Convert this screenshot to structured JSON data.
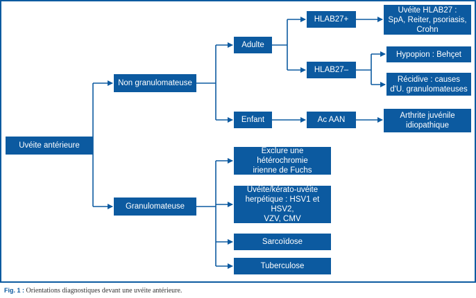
{
  "nodes": {
    "root": "Uvéite antérieure",
    "non_granulomateuse": "Non granulomateuse",
    "granulomateuse": "Granulomateuse",
    "adulte": "Adulte",
    "enfant": "Enfant",
    "hlab27_pos": "HLAB27+",
    "hlab27_neg": "HLAB27–",
    "ac_aan": "Ac AAN",
    "uveite_hlab27": "Uvéite HLAB27 :\nSpA, Reiter, psoriasis,\nCrohn",
    "hypopion": "Hypopion : Behçet",
    "recidive": "Récidive : causes\nd'U. granulomateuses",
    "arthrite": "Arthrite juvénile\nidiopathique",
    "heterochromie": "Exclure une hétérochromie\nirienne de Fuchs",
    "herpetique": "Uvéite/kérato-uvéite\nherpétique : HSV1 et HSV2,\nVZV, CMV",
    "sarcoidose": "Sarcoïdose",
    "tuberculose": "Tuberculose"
  },
  "caption": {
    "label": "Fig. 1 :",
    "text": " Orientations diagnostiques devant une uvéite antérieure."
  },
  "colors": {
    "box": "#0c5aa0",
    "line": "#0c5aa0",
    "border": "#0c5aa0"
  }
}
